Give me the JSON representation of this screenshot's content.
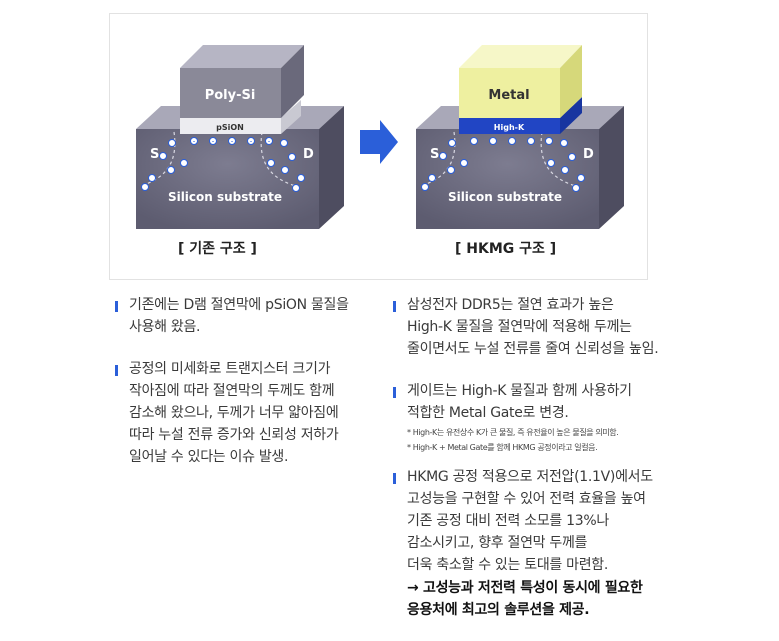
{
  "diagram": {
    "before": {
      "gate_label": "Poly-Si",
      "insulator_label": "pSiON",
      "source_label": "S",
      "drain_label": "D",
      "substrate_label": "Silicon substrate",
      "caption": "[ 기존 구조 ]"
    },
    "after": {
      "gate_label": "Metal",
      "insulator_label": "High-K",
      "source_label": "S",
      "drain_label": "D",
      "substrate_label": "Silicon substrate",
      "caption": "[ HKMG 구조 ]"
    },
    "colors": {
      "substrate": "#6f6e82",
      "polysi": "#8a8998",
      "psion": "#ececf0",
      "metal": "#eef0a0",
      "highk": "#2145c4",
      "arrow": "#2b5fd9"
    }
  },
  "left_bullets": [
    "기존에는 D램 절연막에 pSiON 물질을\n사용해 왔음.",
    "공정의 미세화로 트랜지스터 크기가\n작아짐에 따라 절연막의 두께도 함께\n감소해 왔으나, 두께가 너무 얇아짐에\n따라 누설 전류 증가와 신뢰성 저하가\n일어날 수 있다는 이슈 발생."
  ],
  "right_bullets": [
    {
      "text": "삼성전자 DDR5는 절연 효과가 높은\nHigh-K 물질을 절연막에 적용해 두께는\n줄이면서도 누설 전류를 줄여 신뢰성을 높임."
    },
    {
      "text": "게이트는 High-K 물질과 함께 사용하기\n적합한 Metal Gate로 변경.",
      "notes": [
        "* High-K는 유전상수 K가 큰 물질, 즉 유전율이 높은 물질을 의미함.",
        "* High-K + Metal Gate를 함께 HKMG 공정이라고 일컬음."
      ]
    },
    {
      "text": "HKMG 공정 적용으로 저전압(1.1V)에서도\n고성능을 구현할 수 있어 전력 효율을 높여\n기존 공정 대비 전력 소모를 13%나\n감소시키고, 향후 절연막 두께를\n더욱 축소할 수 있는 토대를 마련함.",
      "highlight": "→ 고성능과 저전력 특성이 동시에 필요한\n    응용처에 최고의 솔루션을 제공."
    }
  ]
}
